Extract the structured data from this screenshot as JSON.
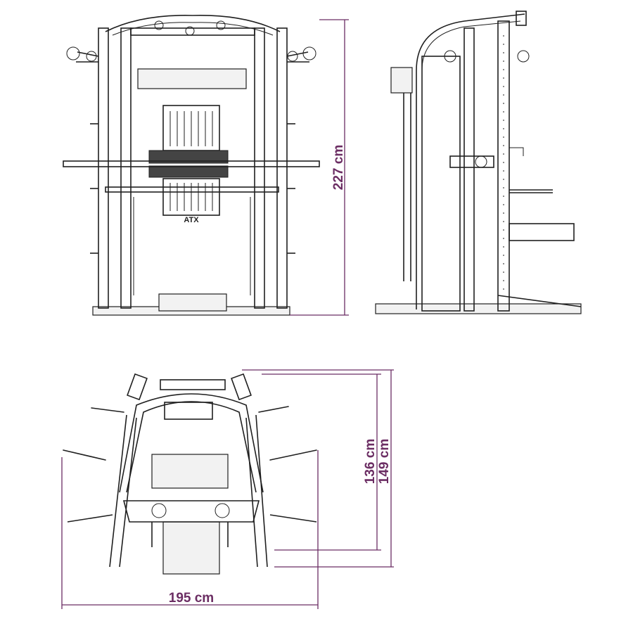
{
  "brand": {
    "logo_text": "ATX"
  },
  "dimensions": {
    "height": "227 cm",
    "depth_inner": "136 cm",
    "depth_outer": "149 cm",
    "width": "195 cm"
  },
  "colors": {
    "dimension": "#6b2d63",
    "line": "#1f1f1f",
    "background": "#ffffff"
  },
  "views": [
    "front-view",
    "side-view",
    "top-view"
  ]
}
